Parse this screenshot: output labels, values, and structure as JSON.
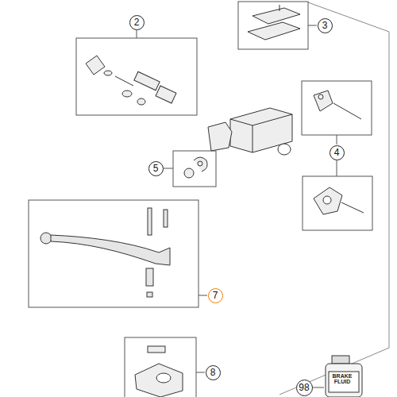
{
  "diagram": {
    "nodes": [
      {
        "text": [
          "2"
        ]
      },
      {
        "text": [
          "3"
        ]
      },
      {
        "text": [
          "4"
        ]
      },
      {
        "text": [
          "5"
        ]
      },
      {
        "text": [
          "7"
        ]
      },
      {
        "text": [
          "8"
        ]
      },
      {
        "text": [
          "98"
        ]
      }
    ],
    "labels": [
      "BRAKE FLUID"
    ]
  }
}
